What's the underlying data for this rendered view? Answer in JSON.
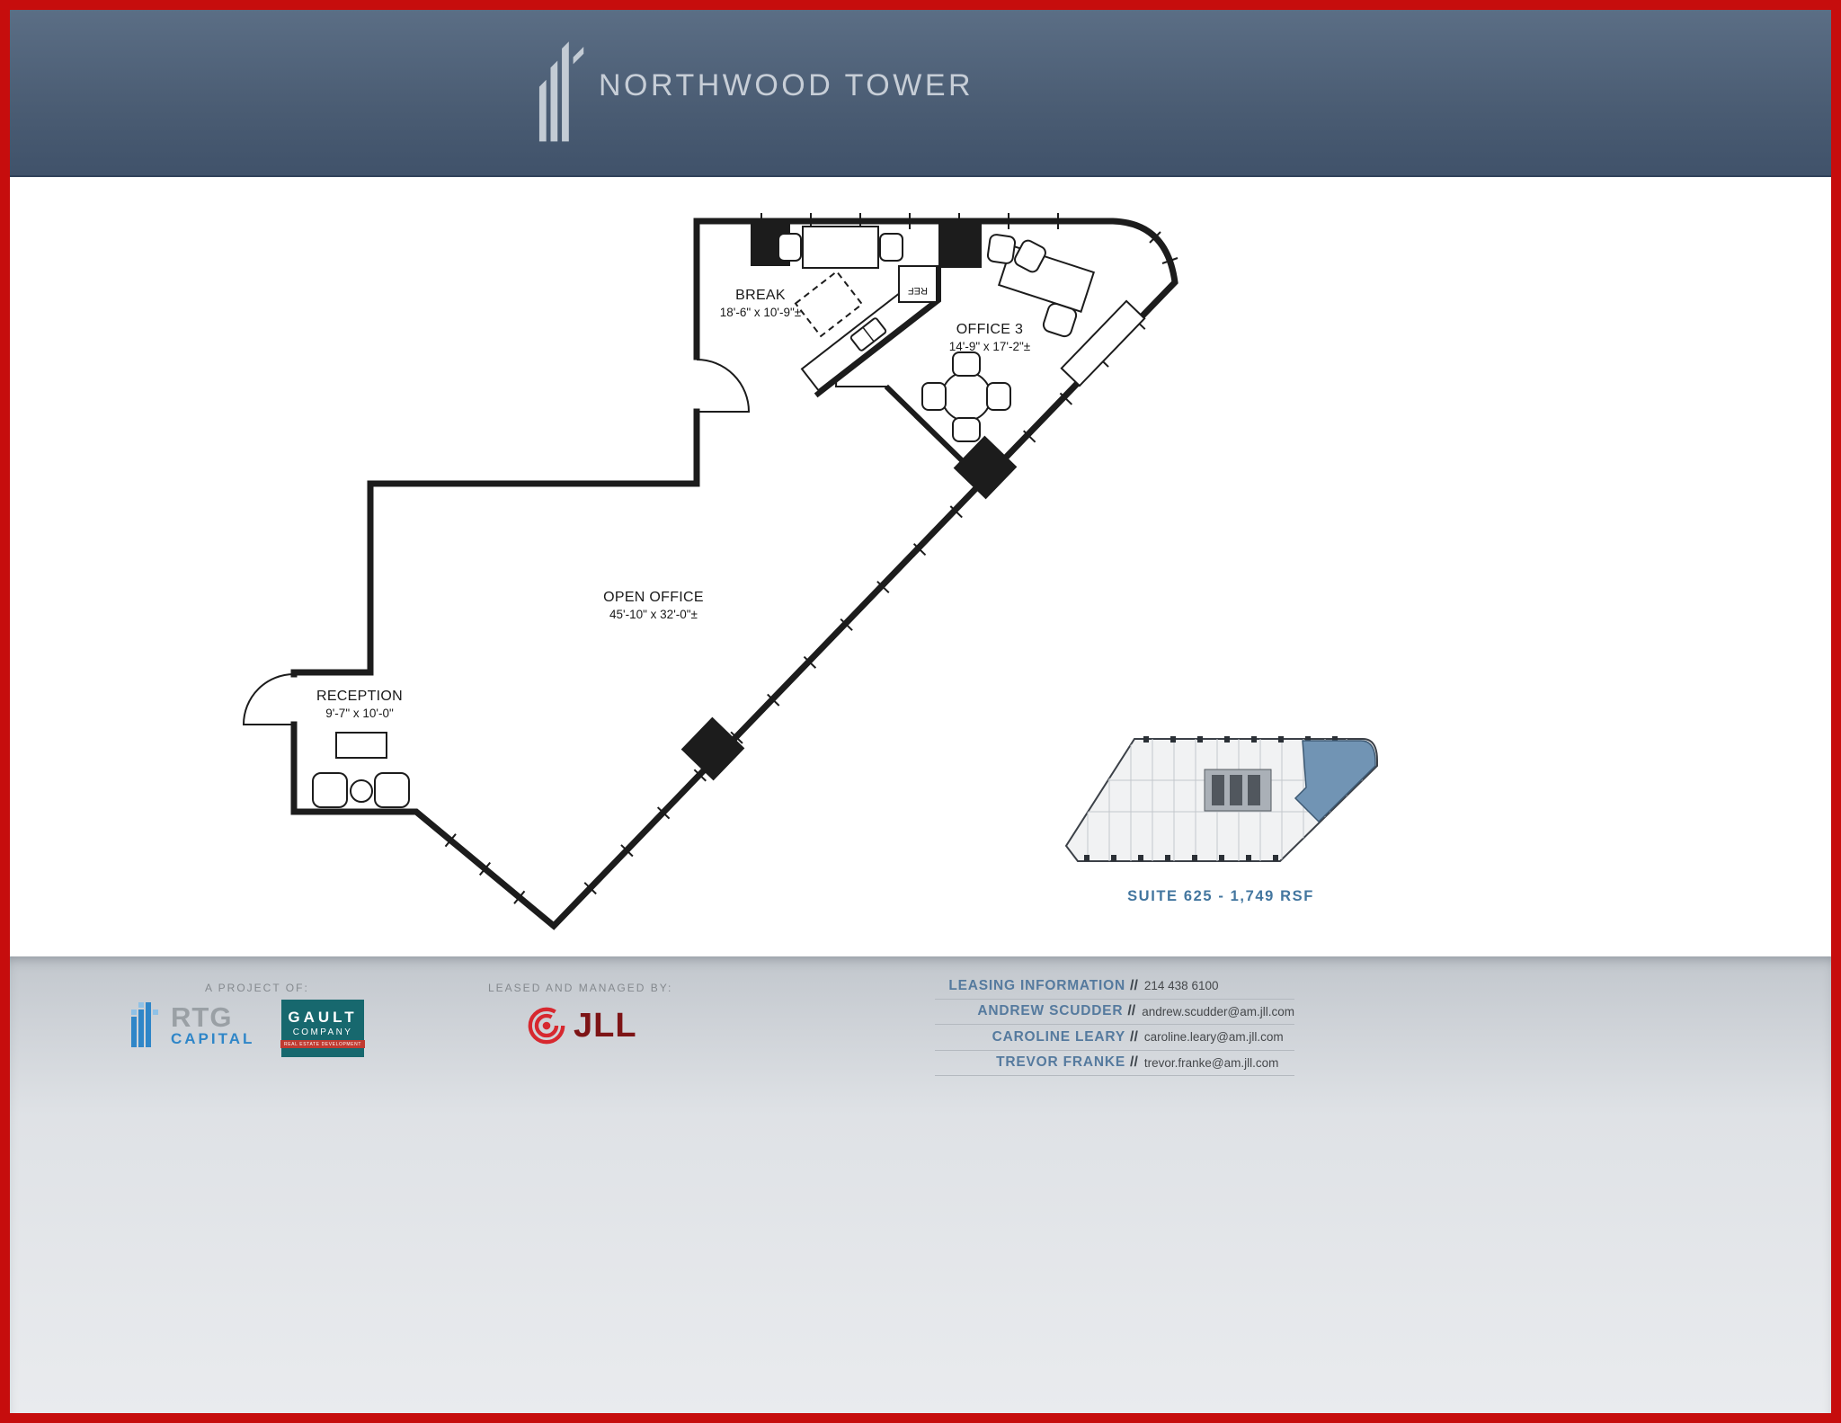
{
  "header": {
    "building_name": "NORTHWOOD TOWER"
  },
  "floorplan": {
    "rooms": [
      {
        "name": "BREAK",
        "dims": "18'-6\" x 10'-9\"±"
      },
      {
        "name": "OFFICE 3",
        "dims": "14'-9\" x 17'-2\"±"
      },
      {
        "name": "OPEN OFFICE",
        "dims": "45'-10\" x 32'-0\"±"
      },
      {
        "name": "RECEPTION",
        "dims": "9'-7\" x 10'-0\""
      }
    ],
    "labels": {
      "fridge": "REF"
    },
    "suite_caption": "SUITE 625 - 1,749 RSF"
  },
  "footer": {
    "project_of_label": "A PROJECT OF:",
    "leased_label": "LEASED AND MANAGED BY:",
    "rtg": {
      "line1": "RTG",
      "line2": "CAPITAL"
    },
    "gault": {
      "line1": "GAULT",
      "line2": "COMPANY",
      "line3": "REAL ESTATE DEVELOPMENT"
    },
    "jll": "JLL",
    "leasing_rows": [
      {
        "label": "LEASING INFORMATION",
        "sep": "//",
        "value": "214 438 6100"
      },
      {
        "label": "ANDREW SCUDDER",
        "sep": "//",
        "value": "andrew.scudder@am.jll.com"
      },
      {
        "label": "CAROLINE LEARY",
        "sep": "//",
        "value": "caroline.leary@am.jll.com"
      },
      {
        "label": "TREVOR FRANKE",
        "sep": "//",
        "value": "trevor.franke@am.jll.com"
      }
    ]
  },
  "colors": {
    "red_border": "#c60d0d",
    "wall": "#1c1c1c",
    "suite_fill": "#7194b4",
    "caption_blue": "#43769f",
    "name_blue": "#557a9e",
    "jll_red": "#d7282f",
    "jll_text": "#7d1416",
    "gault_teal": "#17686e",
    "gault_red": "#c13a30",
    "rtg_blue": "#2f86c8",
    "rtg_gray": "#9aa0a5"
  }
}
